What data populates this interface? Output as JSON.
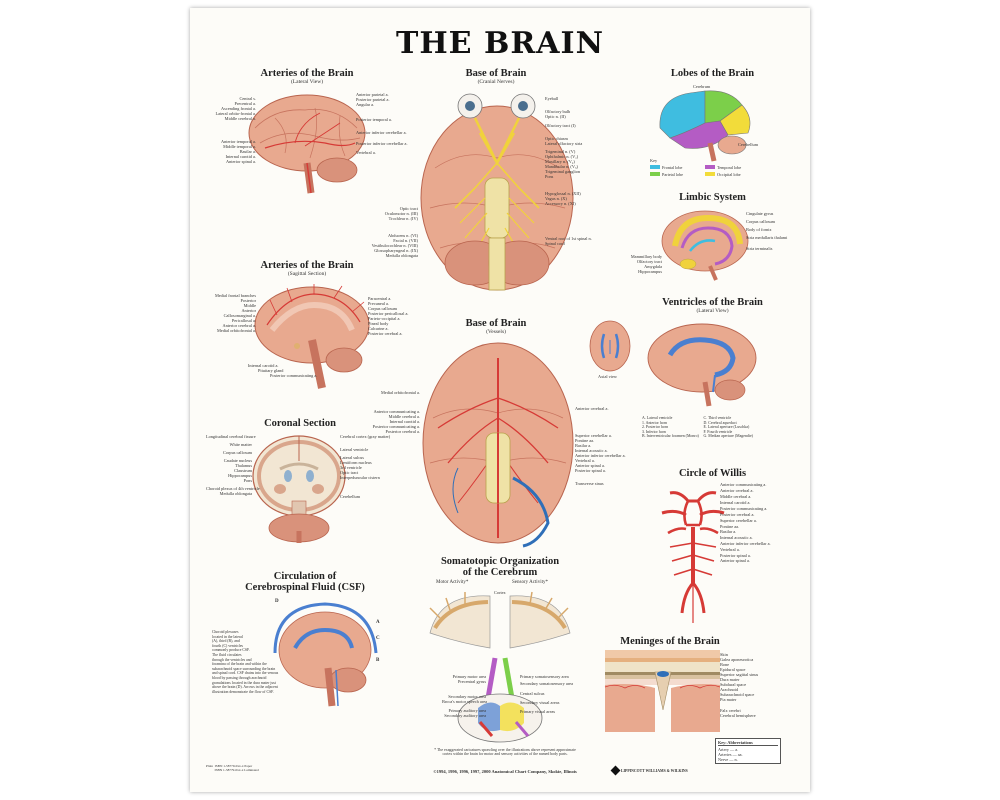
{
  "title": "THE BRAIN",
  "sections": {
    "arteries_lateral": {
      "title": "Arteries of the Brain",
      "subtitle": "(Lateral View)"
    },
    "base_cranial": {
      "title": "Base of Brain",
      "subtitle": "(Cranial Nerves)"
    },
    "lobes": {
      "title": "Lobes of the Brain"
    },
    "limbic": {
      "title": "Limbic System"
    },
    "arteries_sagittal": {
      "title": "Arteries of the Brain",
      "subtitle": "(Sagittal Section)"
    },
    "base_vessels": {
      "title": "Base of Brain",
      "subtitle": "(Vessels)"
    },
    "ventricles": {
      "title": "Ventricles of the Brain",
      "subtitle": "(Lateral View)"
    },
    "coronal": {
      "title": "Coronal Section"
    },
    "willis": {
      "title": "Circle of Willis"
    },
    "csf": {
      "title": "Circulation of\nCerebrospinal Fluid (CSF)"
    },
    "somatotopic": {
      "title": "Somatotopic Organization\nof the Cerebrum",
      "motor": "Motor Activity*",
      "sensory": "Sensory Activity*",
      "cortex": "Cortex"
    },
    "meninges": {
      "title": "Meninges of the Brain"
    }
  },
  "labels": {
    "arteries_lateral_left": [
      "Central s.",
      "Precentral a.",
      "Ascending frontal a.",
      "Lateral orbito-frontal a.",
      "Middle cerebral a.",
      "Anterior temporal a.",
      "Middle temporal a.",
      "Basilar a.",
      "Internal carotid a.",
      "Anterior spinal a."
    ],
    "arteries_lateral_right": [
      "Anterior parietal a.",
      "Posterior parietal a.",
      "Angular a.",
      "Posterior temporal a.",
      "Anterior inferior cerebellar a.",
      "Posterior inferior cerebellar a.",
      "Vertebral a."
    ],
    "cranial_right": [
      "Eyeball",
      "Olfactory bulb",
      "Optic n. (II)",
      "Olfactory tract (I)",
      "Optic chiasm",
      "Lateral olfactory stria",
      "Trigeminal n. (V)",
      "Ophthalmic n. (V₁)",
      "Maxillary n. (V₂)",
      "Mandibular n. (V₃)",
      "Trigeminal ganglion",
      "Pons",
      "Hypoglossal n. (XII)",
      "Vagus n. (X)",
      "Accessory n. (XI)",
      "Ventral root of 1st spinal n.",
      "Spinal cord"
    ],
    "cranial_left": [
      "Optic tract",
      "Oculomotor n. (III)",
      "Trochlear n. (IV)",
      "Abducens n. (VI)",
      "Facial n. (VII)",
      "Vestibulocochlear n. (VIII)",
      "Glossopharyngeal n. (IX)",
      "Medulla oblongata"
    ],
    "limbic_right": [
      "Cingulate gyrus",
      "Corpus callosum",
      "Body of fornix",
      "Stria medullaris thalami",
      "Stria terminalis"
    ],
    "limbic_left": [
      "Mammillary body",
      "Olfactory tract",
      "Amygdala",
      "Hippocampus"
    ],
    "sagittal_left": [
      "Medial frontal branches",
      "Posterior",
      "Middle",
      "Anterior",
      "Callosomarginal a.",
      "Pericallosal a.",
      "Anterior cerebral a.",
      "Medial orbitofrontal a.",
      "Internal carotid a.",
      "Pituitary gland",
      "Posterior communicating a."
    ],
    "sagittal_right": [
      "Paracentral a.",
      "Precuneal a.",
      "Corpus callosum",
      "Posterior pericallosal a.",
      "Parieto-occipital a.",
      "Pineal body",
      "Calcarine a.",
      "Posterior cerebral a."
    ],
    "vessels_left": [
      "Medial orbitofrontal a.",
      "Anterior communicating a.",
      "Middle cerebral a.",
      "Internal carotid a.",
      "Posterior communicating a.",
      "Posterior cerebral a."
    ],
    "vessels_right": [
      "Anterior cerebral a.",
      "Superior cerebellar a.",
      "Pontine aa.",
      "Basilar a.",
      "Internal acoustic a.",
      "Anterior inferior cerebellar a.",
      "Vertebral a.",
      "Anterior spinal a.",
      "Posterior spinal a.",
      "Transverse sinus"
    ],
    "axial_view": "Axial view",
    "ventricle_key": [
      "A. Lateral ventricle",
      "1. Anterior horn",
      "2. Posterior horn",
      "3. Inferior horn",
      "B. Interventricular foramen (Monro)",
      "C. Third ventricle",
      "D. Cerebral aqueduct",
      "E. Lateral aperture (Luschka)",
      "F. Fourth ventricle",
      "G. Median aperture (Magendie)"
    ],
    "coronal_left": [
      "Longitudinal cerebral fissure",
      "White matter",
      "Corpus callosum",
      "Caudate nucleus",
      "Thalamus",
      "Claustrum",
      "Hippocampus",
      "Pons",
      "Choroid plexus of 4th ventricle",
      "Medulla oblongata"
    ],
    "coronal_right": [
      "Cerebral cortex (gray matter)",
      "Lateral ventricle",
      "Lateral sulcus",
      "Lentiform nucleus",
      "3rd ventricle",
      "Optic tract",
      "Interpeduncular cistern",
      "Cerebellum"
    ],
    "willis_right": [
      "Anterior communicating a.",
      "Anterior cerebral a.",
      "Middle cerebral a.",
      "Internal carotid a.",
      "Posterior communicating a.",
      "Posterior cerebral a.",
      "Superior cerebellar a.",
      "Pontine aa.",
      "Basilar a.",
      "Internal acoustic a.",
      "Anterior inferior cerebellar a.",
      "Vertebral a.",
      "Posterior spinal a.",
      "Anterior spinal a."
    ],
    "meninges_right": [
      "Skin",
      "Galea aponeurotica",
      "Bone",
      "Epidural space",
      "Superior sagittal sinus",
      "Dura mater",
      "Subdural space",
      "Arachnoid",
      "Subarachnoid space",
      "Pia mater",
      "Falx cerebri",
      "Cerebral hemisphere"
    ],
    "csf_letters": [
      "D",
      "A",
      "C",
      "B"
    ],
    "somato_labels": [
      "Primary motor area",
      "Precentral gyrus",
      "Broca's motor speech area",
      "Secondary motor area",
      "Primary auditory area",
      "Secondary auditory area",
      "Primary somatosensory area",
      "Secondary somatosensory area",
      "Central sulcus",
      "Secondary visual areas",
      "Primary visual areas"
    ]
  },
  "lobes_key": {
    "heading": "Key",
    "items": [
      {
        "name": "Frontal lobe",
        "color": "#3fbde0"
      },
      {
        "name": "Temporal lobe",
        "color": "#b45cc4"
      },
      {
        "name": "Parietal lobe",
        "color": "#7ccf4a"
      },
      {
        "name": "Occipital lobe",
        "color": "#f2dc3a"
      }
    ],
    "top": "Cerebrum",
    "bottom": "Cerebellum"
  },
  "csf_text": "Choroid plexuses\nlocated in the lateral\n(A), third (B), and\nfourth (C) ventricles\ncommonly produce CSF.\nThe fluid circulates\nthrough the ventricles and\nforamina of the brain and within the\nsubarachnoid space surrounding the brain\nand spinal cord. CSF drains into the venous\nblood by passing through arachnoid\ngranulations located in the dura mater just\nabove the brain (D). Arrows in the adjacent\nillustration demonstrate the flow of CSF.",
  "footer": {
    "footnote": "* The exaggerated caricatures sprawling over the illustrations above represent approximate\ncortex within the brain for motor and sensory activities of the named body parts.",
    "copyright": "©1994, 1996, 1996, 1997, 2000 Anatomical Chart Company, Skokie, Illinois",
    "publisher": "LIPPINCOTT WILLIAMS & WILKINS",
    "code_left": "Plain  ISBN 1-58779-0xx-x Paper\n          ISBN 1-58779-0xx-x Laminated"
  },
  "abbrev_key": {
    "heading": "Key: Abbreviations",
    "rows": [
      "Artery — a.",
      "Arteries — aa.",
      "Nerve — n."
    ]
  },
  "colors": {
    "brain": "#e8a98f",
    "brain_dark": "#c7735e",
    "artery": "#d63a36",
    "vein": "#2f6fb8",
    "nerve": "#f0d23c",
    "csf": "#4a7fd0"
  }
}
